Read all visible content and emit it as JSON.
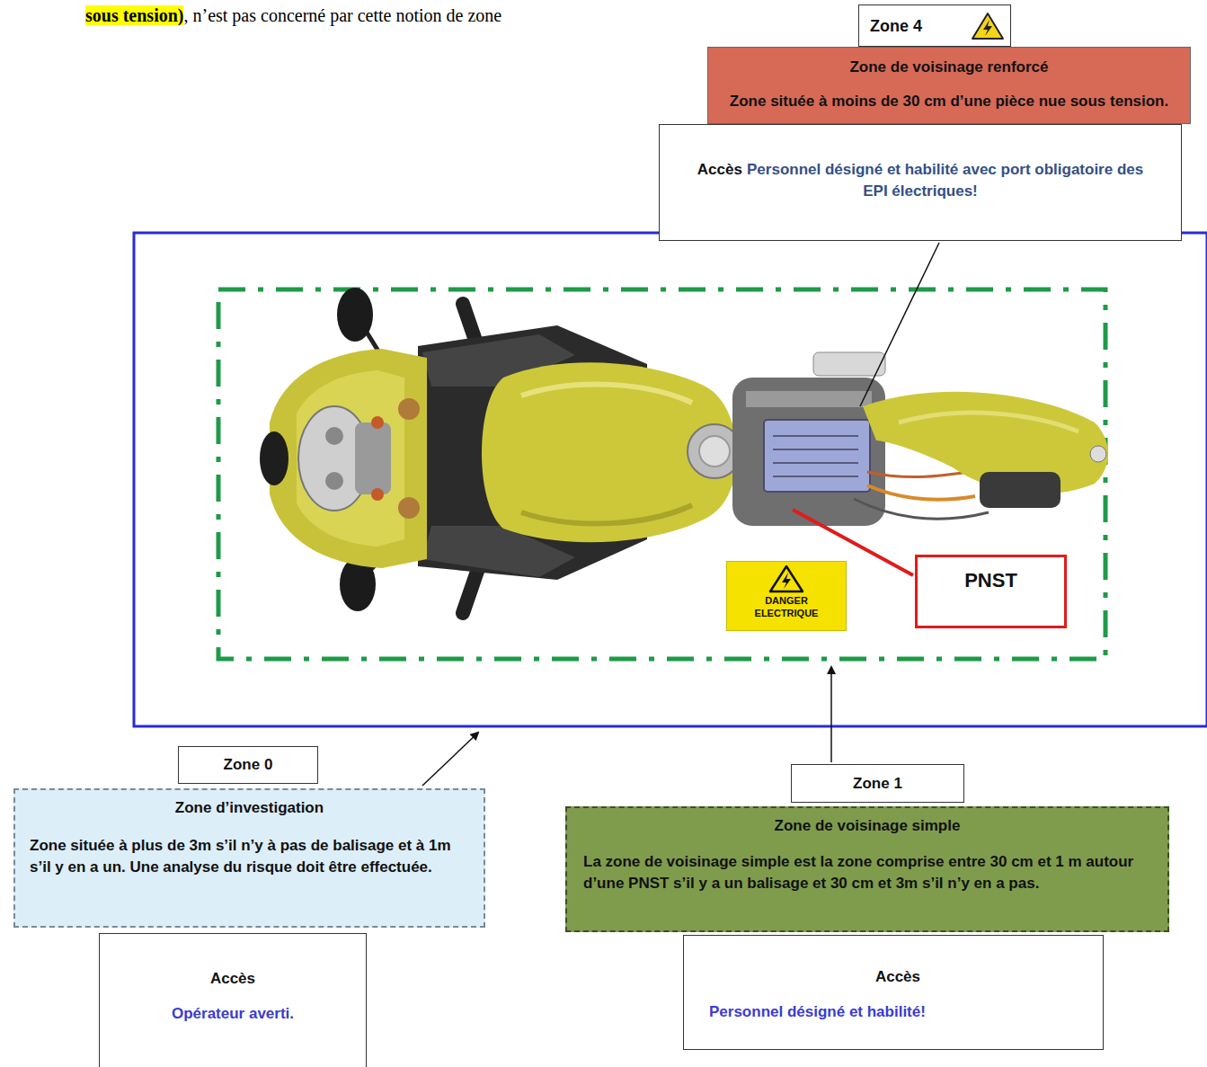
{
  "diagram": {
    "nodes": [
      {
        "text": [
          "Zone 4"
        ]
      },
      {
        "text": [
          "Zone de voisinage renforcé",
          "Zone située à moins de 30 cm d’une pièce nue sous tension."
        ]
      },
      {
        "text": [
          "Accès",
          "Personnel désigné et habilité avec port obligatoire des EPI électriques!"
        ]
      },
      {
        "text": [
          "DANGER ELECTRIQUE"
        ]
      },
      {
        "text": [
          "PNST"
        ]
      },
      {
        "text": [
          "Zone 0"
        ]
      },
      {
        "text": [
          "Zone 1"
        ]
      },
      {
        "text": [
          "Zone d’investigation",
          "Zone située à plus de 3m s’il n’y à pas de balisage et à 1m s’il y en a un. Une analyse du risque doit être effectuée."
        ]
      },
      {
        "text": [
          "Zone de voisinage simple",
          "La zone de voisinage simple est la zone comprise entre 30 cm et 1 m autour d’une PNST s’il y a un balisage et 30 cm et 3m s’il n’y en a pas."
        ]
      },
      {
        "text": [
          "Accès",
          "Opérateur averti."
        ]
      },
      {
        "text": [
          "Accès",
          "Personnel désigné et habilité!"
        ]
      }
    ],
    "labels": [
      "sous tension)",
      ", n’est pas concerné par cette notion de zone"
    ]
  }
}
